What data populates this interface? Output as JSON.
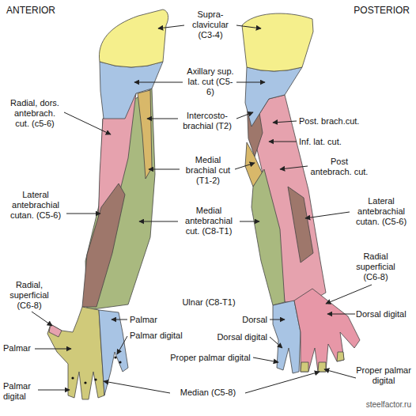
{
  "diagram": {
    "labels": [
      "ANTERIOR",
      "POSTERIOR",
      "Supra- clavicular (C3-4)",
      "Axillary sup. lat. cut (C5-6)",
      "Radial, dors. antebrach. cut. (c5-6)",
      "Intercosto- brachial (T2)",
      "Medial brachial cut (T1-2)",
      "Post. brach.cut.",
      "Inf. lat. cut.",
      "Post antebrach. cut.",
      "Lateral antebrachial cutan. (C5-6)",
      "Medial antebrachial cut. (C8-T1)",
      "Lateral antebrachial cutan. (C5-6)",
      "Radial superficial (C6-8)",
      "Radial, superficial (C6-8)",
      "Dorsal digital",
      "Ulnar (C8-T1)",
      "Palmar",
      "Dorsal",
      "Palmar digital",
      "Dorsal digital",
      "Proper palmar digital",
      "Palmar",
      "Proper palmar digital",
      "Palmar digital",
      "Median (C5-8)",
      "steelfactor.ru"
    ]
  }
}
